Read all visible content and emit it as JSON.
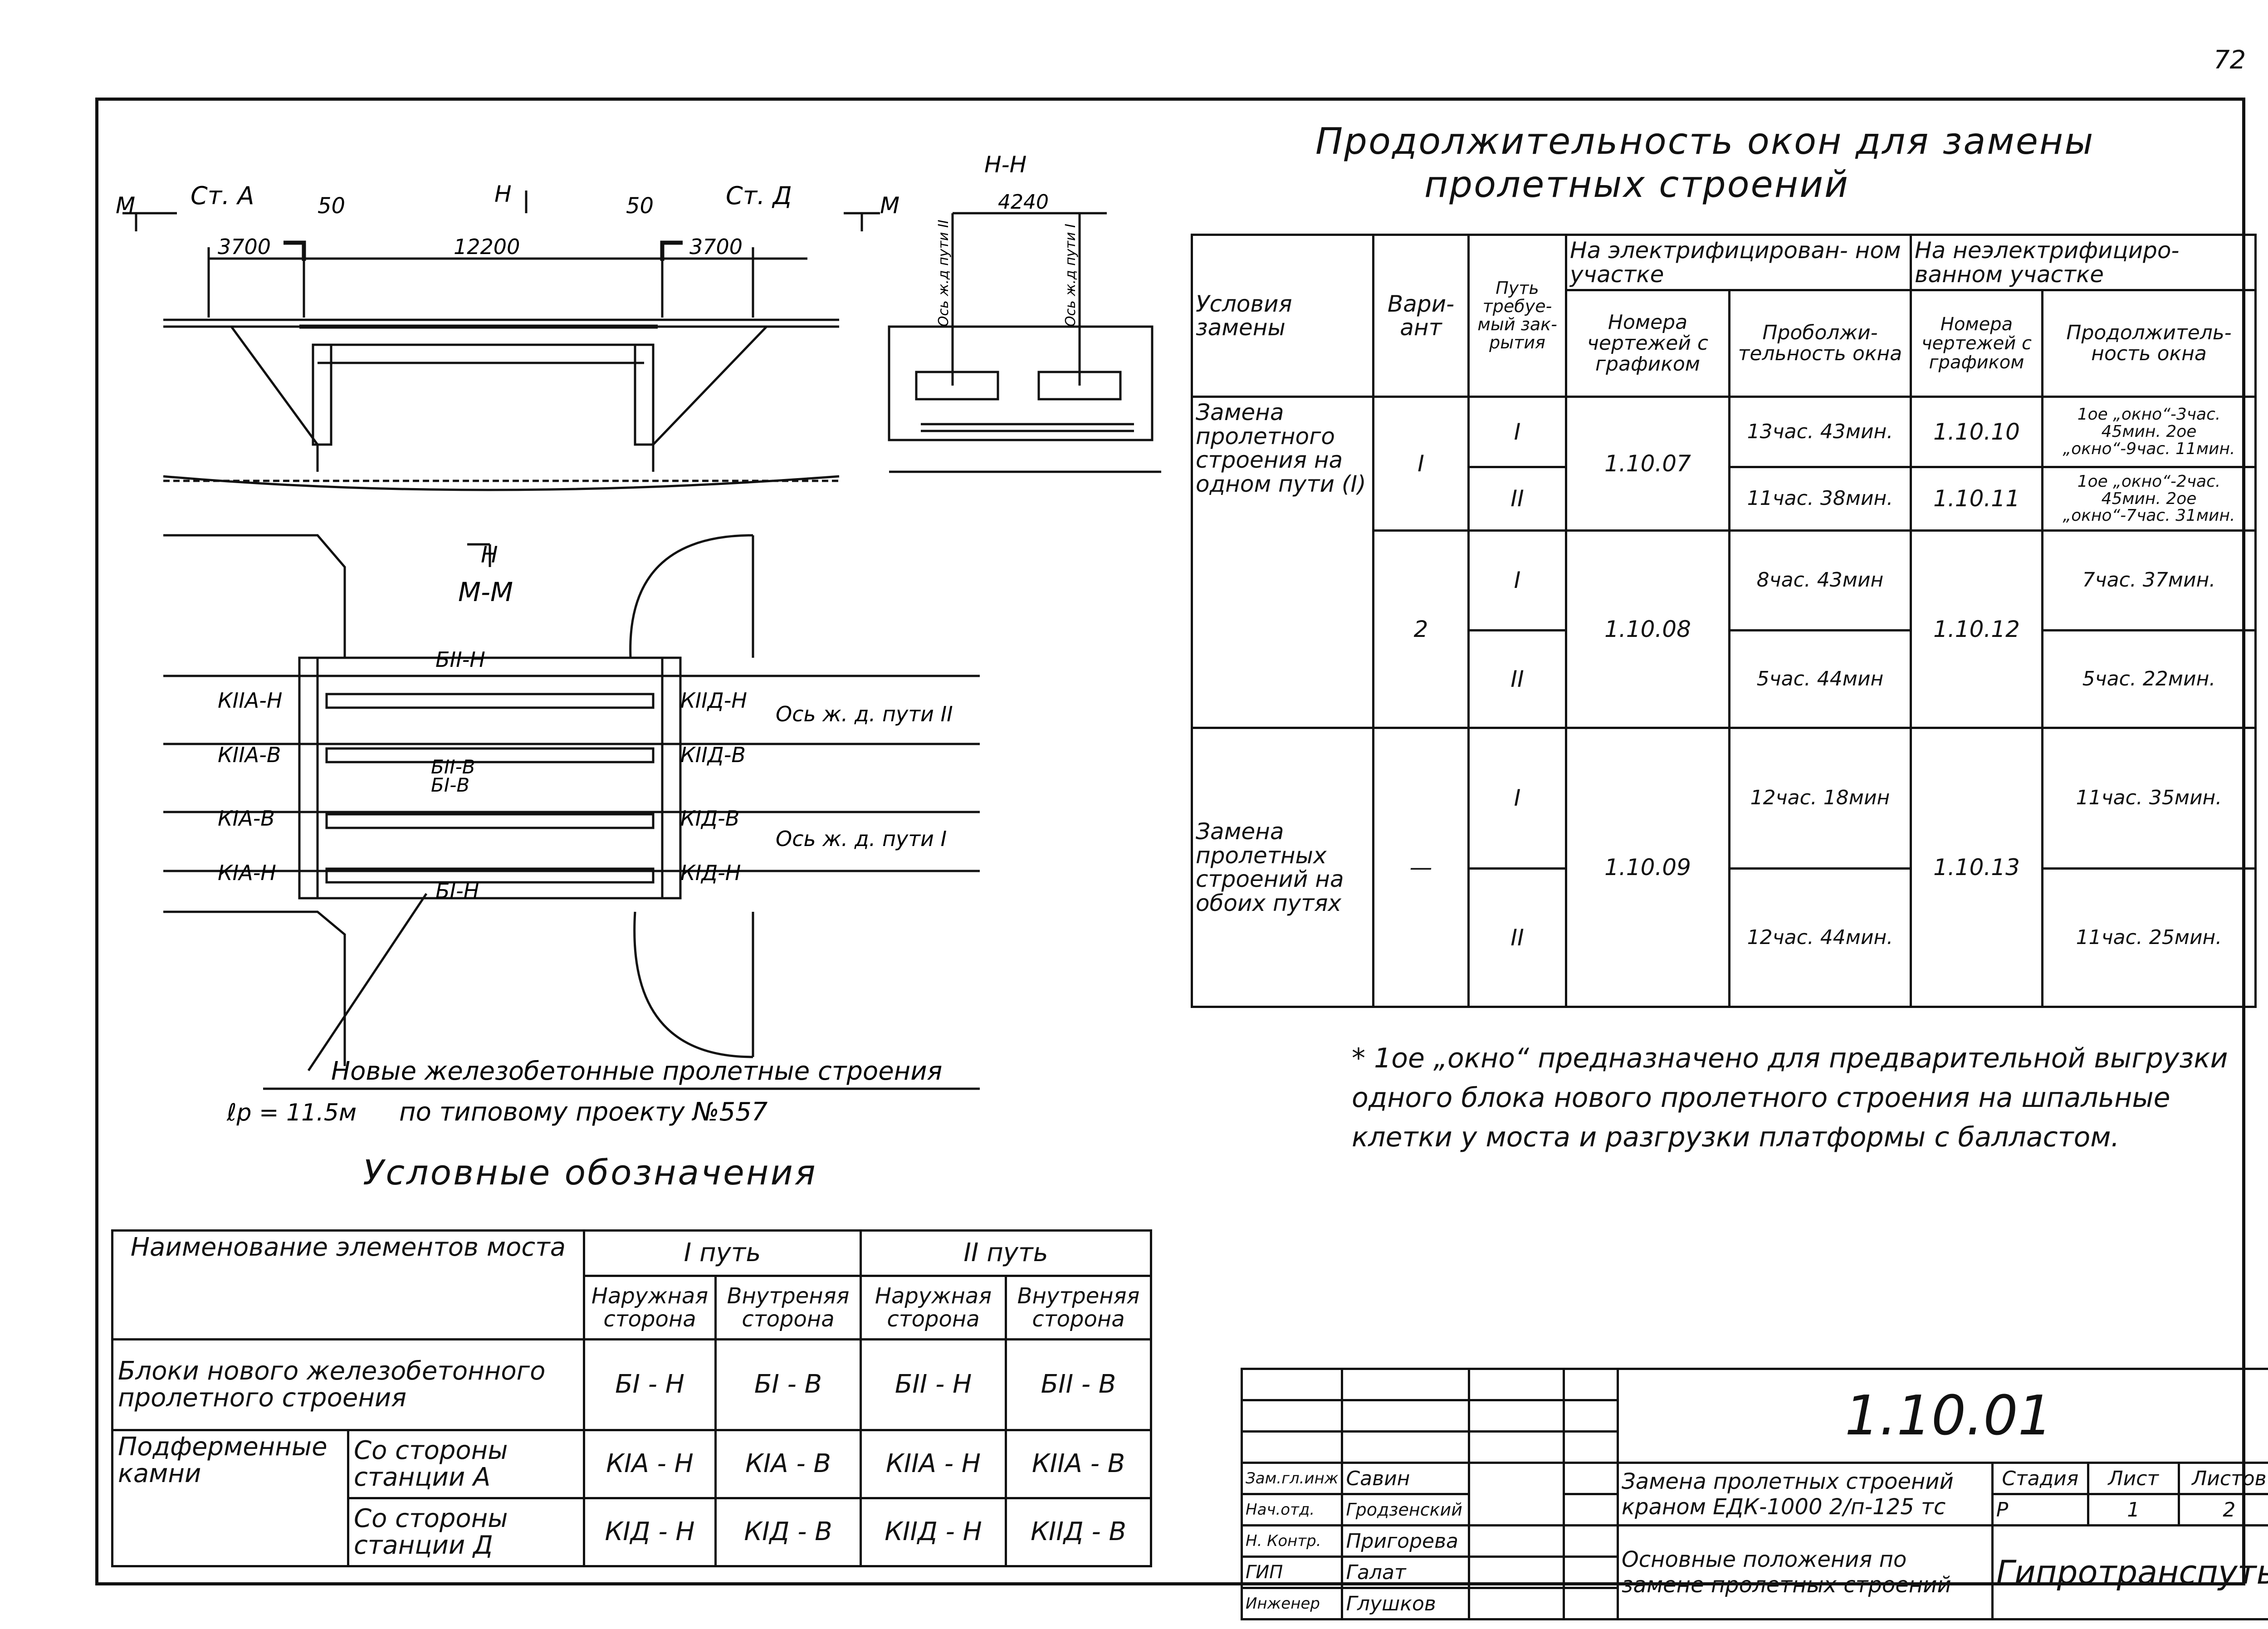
{
  "page_number": "72",
  "drawing": {
    "section_marks": {
      "m_left": "M",
      "m_right": "M",
      "h_top": "H",
      "h_mid": "H"
    },
    "station_left": "Ст. А",
    "station_right": "Ст. Д",
    "dim_50_left": "50",
    "dim_50_right": "50",
    "dim_3700_left": "3700",
    "dim_12200": "12200",
    "dim_3700_right": "3700",
    "hh_title": "Н-Н",
    "dim_4240": "4240",
    "axis_track2": "Ось ж.д пути II",
    "axis_track1": "Ось ж.д пути I",
    "mm_title": "М-М",
    "plan_labels": {
      "b2n": "БII-Н",
      "b2v": "БII-В",
      "b1v": "БI-В",
      "b1n": "БI-Н",
      "k2an": "КIIА-Н",
      "k2av": "КIIА-В",
      "k1av": "КIА-В",
      "k1an": "КIА-Н",
      "k2dn": "КIIД-Н",
      "k2dv": "КIIД-В",
      "k1dv": "КIД-В",
      "k1dn": "КIД-Н",
      "axis2": "Ось ж. д. пути II",
      "axis1": "Ось ж. д. пути I"
    },
    "note_line1": "Новые железобетонные пролетные строения",
    "note_lp": "ℓр = 11.5м",
    "note_line2": "по типовому проекту №557"
  },
  "durations": {
    "title_line1": "Продолжительность окон для замены",
    "title_line2": "пролетных строений",
    "headers": {
      "conditions": "Условия замены",
      "variant": "Вари- ант",
      "track": "Путь требуе- мый зак- рытия",
      "electrified": "На электрифицирован- ном участке",
      "non_electrified": "На неэлектрифициро- ванном участке",
      "drawings": "Номера чертежей с графиком",
      "duration": "Проболжи- тельность окна",
      "drawings2": "Номера чертежей с графиком",
      "duration2": "Продолжитель- ность окна"
    },
    "group1_cond": "Замена пролетного строения на одном пути (I)",
    "group2_cond": "Замена пролетных строений на обоих путях",
    "v1": "I",
    "v2": "2",
    "v3": "—",
    "rows": [
      {
        "track": "I",
        "e_dur": "13час. 43мин.",
        "ne_dur": "1ое „окно“-3час. 45мин. 2ое „окно“-9час. 11мин."
      },
      {
        "track": "II",
        "e_dur": "11час. 38мин.",
        "ne_dur": "1ое „окно“-2час. 45мин. 2ое „окно“-7час. 31мин."
      },
      {
        "track": "I",
        "e_dur": "8час. 43мин",
        "ne_dur": "7час. 37мин."
      },
      {
        "track": "II",
        "e_dur": "5час. 44мин",
        "ne_dur": "5час. 22мин."
      },
      {
        "track": "I",
        "e_dur": "12час. 18мин",
        "ne_dur": "11час. 35мин."
      },
      {
        "track": "II",
        "e_dur": "12час. 44мин.",
        "ne_dur": "11час. 25мин."
      }
    ],
    "e_dwg1": "1.10.07",
    "e_dwg2": "1.10.08",
    "e_dwg3": "1.10.09",
    "ne_dwg1": "1.10.10",
    "ne_dwg2": "1.10.11",
    "ne_dwg3": "1.10.12",
    "ne_dwg4": "1.10.13",
    "footnote": "* 1ое „окно“ предназначено для предварительной выгрузки одного блока нового пролетного строения на шпальные клетки у моста и разгрузки платформы с балластом."
  },
  "legend": {
    "title": "Условные обозначения",
    "header_name": "Наименование элементов моста",
    "track1": "I путь",
    "track2": "II путь",
    "outer": "Наружная сторона",
    "inner": "Внутреняя сторона",
    "row1_name": "Блоки нового железобетонного пролетного строения",
    "row1": [
      "БI - Н",
      "БI - В",
      "БII - Н",
      "БII - В"
    ],
    "row2_name": "Подферменные камни",
    "row2a_sub": "Со стороны станции А",
    "row2a": [
      "КIА - Н",
      "КIА - В",
      "КIIА - Н",
      "КIIА - В"
    ],
    "row2b_sub": "Со стороны станции Д",
    "row2b": [
      "КIД - Н",
      "КIД - В",
      "КIIД - Н",
      "КIIД - В"
    ]
  },
  "title_block": {
    "drawing_no": "1.10.01",
    "roles": [
      "Зам.гл.инж",
      "Нач.отд.",
      "Н. Контр.",
      "ГИП",
      "Инженер"
    ],
    "names": [
      "Савин",
      "Гродзенский",
      "Пригорева",
      "Галат",
      "Глушков"
    ],
    "project": "Замена пролетных строений краном ЕДК-1000 2/п-125 тс",
    "sheet_title": "Основные положения по замене пролетных строений",
    "stage_label": "Стадия",
    "sheet_label": "Лист",
    "sheets_label": "Листов",
    "stage": "Р",
    "sheet": "1",
    "sheets": "2",
    "org": "Гипротранспуть"
  }
}
